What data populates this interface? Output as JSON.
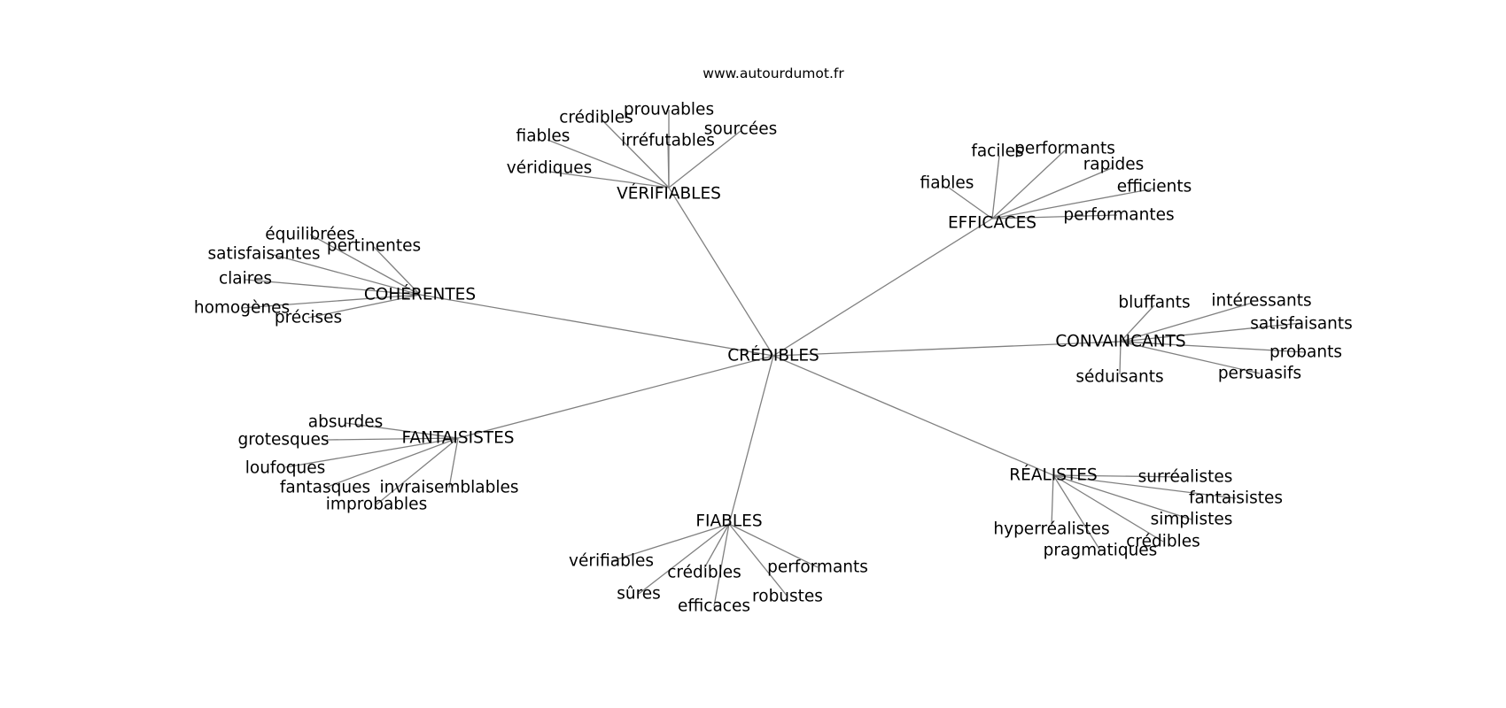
{
  "header": {
    "site": "www.autourdumot.fr"
  },
  "graph": {
    "center": {
      "id": "center",
      "label": "CRÉDIBLES"
    },
    "hubs": [
      {
        "id": "verifiables",
        "label": "VÉRIFIABLES",
        "children": [
          {
            "id": "prouvables",
            "label": "prouvables"
          },
          {
            "id": "credibles-1",
            "label": "crédibles"
          },
          {
            "id": "fiables-1",
            "label": "fiables"
          },
          {
            "id": "irrefutables",
            "label": "irréfutables"
          },
          {
            "id": "sourcees",
            "label": "sourcées"
          },
          {
            "id": "veridiques",
            "label": "véridiques"
          }
        ]
      },
      {
        "id": "efficaces",
        "label": "EFFICACES",
        "children": [
          {
            "id": "faciles",
            "label": "faciles"
          },
          {
            "id": "performants-1",
            "label": "performants"
          },
          {
            "id": "rapides",
            "label": "rapides"
          },
          {
            "id": "fiables-2",
            "label": "fiables"
          },
          {
            "id": "efficients",
            "label": "efficients"
          },
          {
            "id": "performantes",
            "label": "performantes"
          }
        ]
      },
      {
        "id": "coherentes",
        "label": "COHÉRENTES",
        "children": [
          {
            "id": "equilibrees",
            "label": "équilibrées"
          },
          {
            "id": "pertinentes",
            "label": "pertinentes"
          },
          {
            "id": "satisfaisantes",
            "label": "satisfaisantes"
          },
          {
            "id": "claires",
            "label": "claires"
          },
          {
            "id": "homogenes",
            "label": "homogènes"
          },
          {
            "id": "precises",
            "label": "précises"
          }
        ]
      },
      {
        "id": "convaincants",
        "label": "CONVAINCANTS",
        "children": [
          {
            "id": "bluffants",
            "label": "bluffants"
          },
          {
            "id": "interessants",
            "label": "intéressants"
          },
          {
            "id": "satisfaisants",
            "label": "satisfaisants"
          },
          {
            "id": "probants",
            "label": "probants"
          },
          {
            "id": "persuasifs",
            "label": "persuasifs"
          },
          {
            "id": "seduisants",
            "label": "séduisants"
          }
        ]
      },
      {
        "id": "fantaisistes",
        "label": "FANTAISISTES",
        "children": [
          {
            "id": "absurdes",
            "label": "absurdes"
          },
          {
            "id": "grotesques",
            "label": "grotesques"
          },
          {
            "id": "loufoques",
            "label": "loufoques"
          },
          {
            "id": "fantasques",
            "label": "fantasques"
          },
          {
            "id": "invraisemblables",
            "label": "invraisemblables"
          },
          {
            "id": "improbables",
            "label": "improbables"
          }
        ]
      },
      {
        "id": "realistes",
        "label": "RÉALISTES",
        "children": [
          {
            "id": "surrealistes",
            "label": "surréalistes"
          },
          {
            "id": "fantaisistes-2",
            "label": "fantaisistes"
          },
          {
            "id": "simplistes",
            "label": "simplistes"
          },
          {
            "id": "credibles-2",
            "label": "crédibles"
          },
          {
            "id": "hyperrealistes",
            "label": "hyperréalistes"
          },
          {
            "id": "pragmatiques",
            "label": "pragmatiques"
          }
        ]
      },
      {
        "id": "fiables-hub",
        "label": "FIABLES",
        "children": [
          {
            "id": "verifiables-2",
            "label": "vérifiables"
          },
          {
            "id": "credibles-3",
            "label": "crédibles"
          },
          {
            "id": "performants-2",
            "label": "performants"
          },
          {
            "id": "sures",
            "label": "sûres"
          },
          {
            "id": "efficaces-2",
            "label": "efficaces"
          },
          {
            "id": "robustes",
            "label": "robustes"
          }
        ]
      }
    ]
  }
}
